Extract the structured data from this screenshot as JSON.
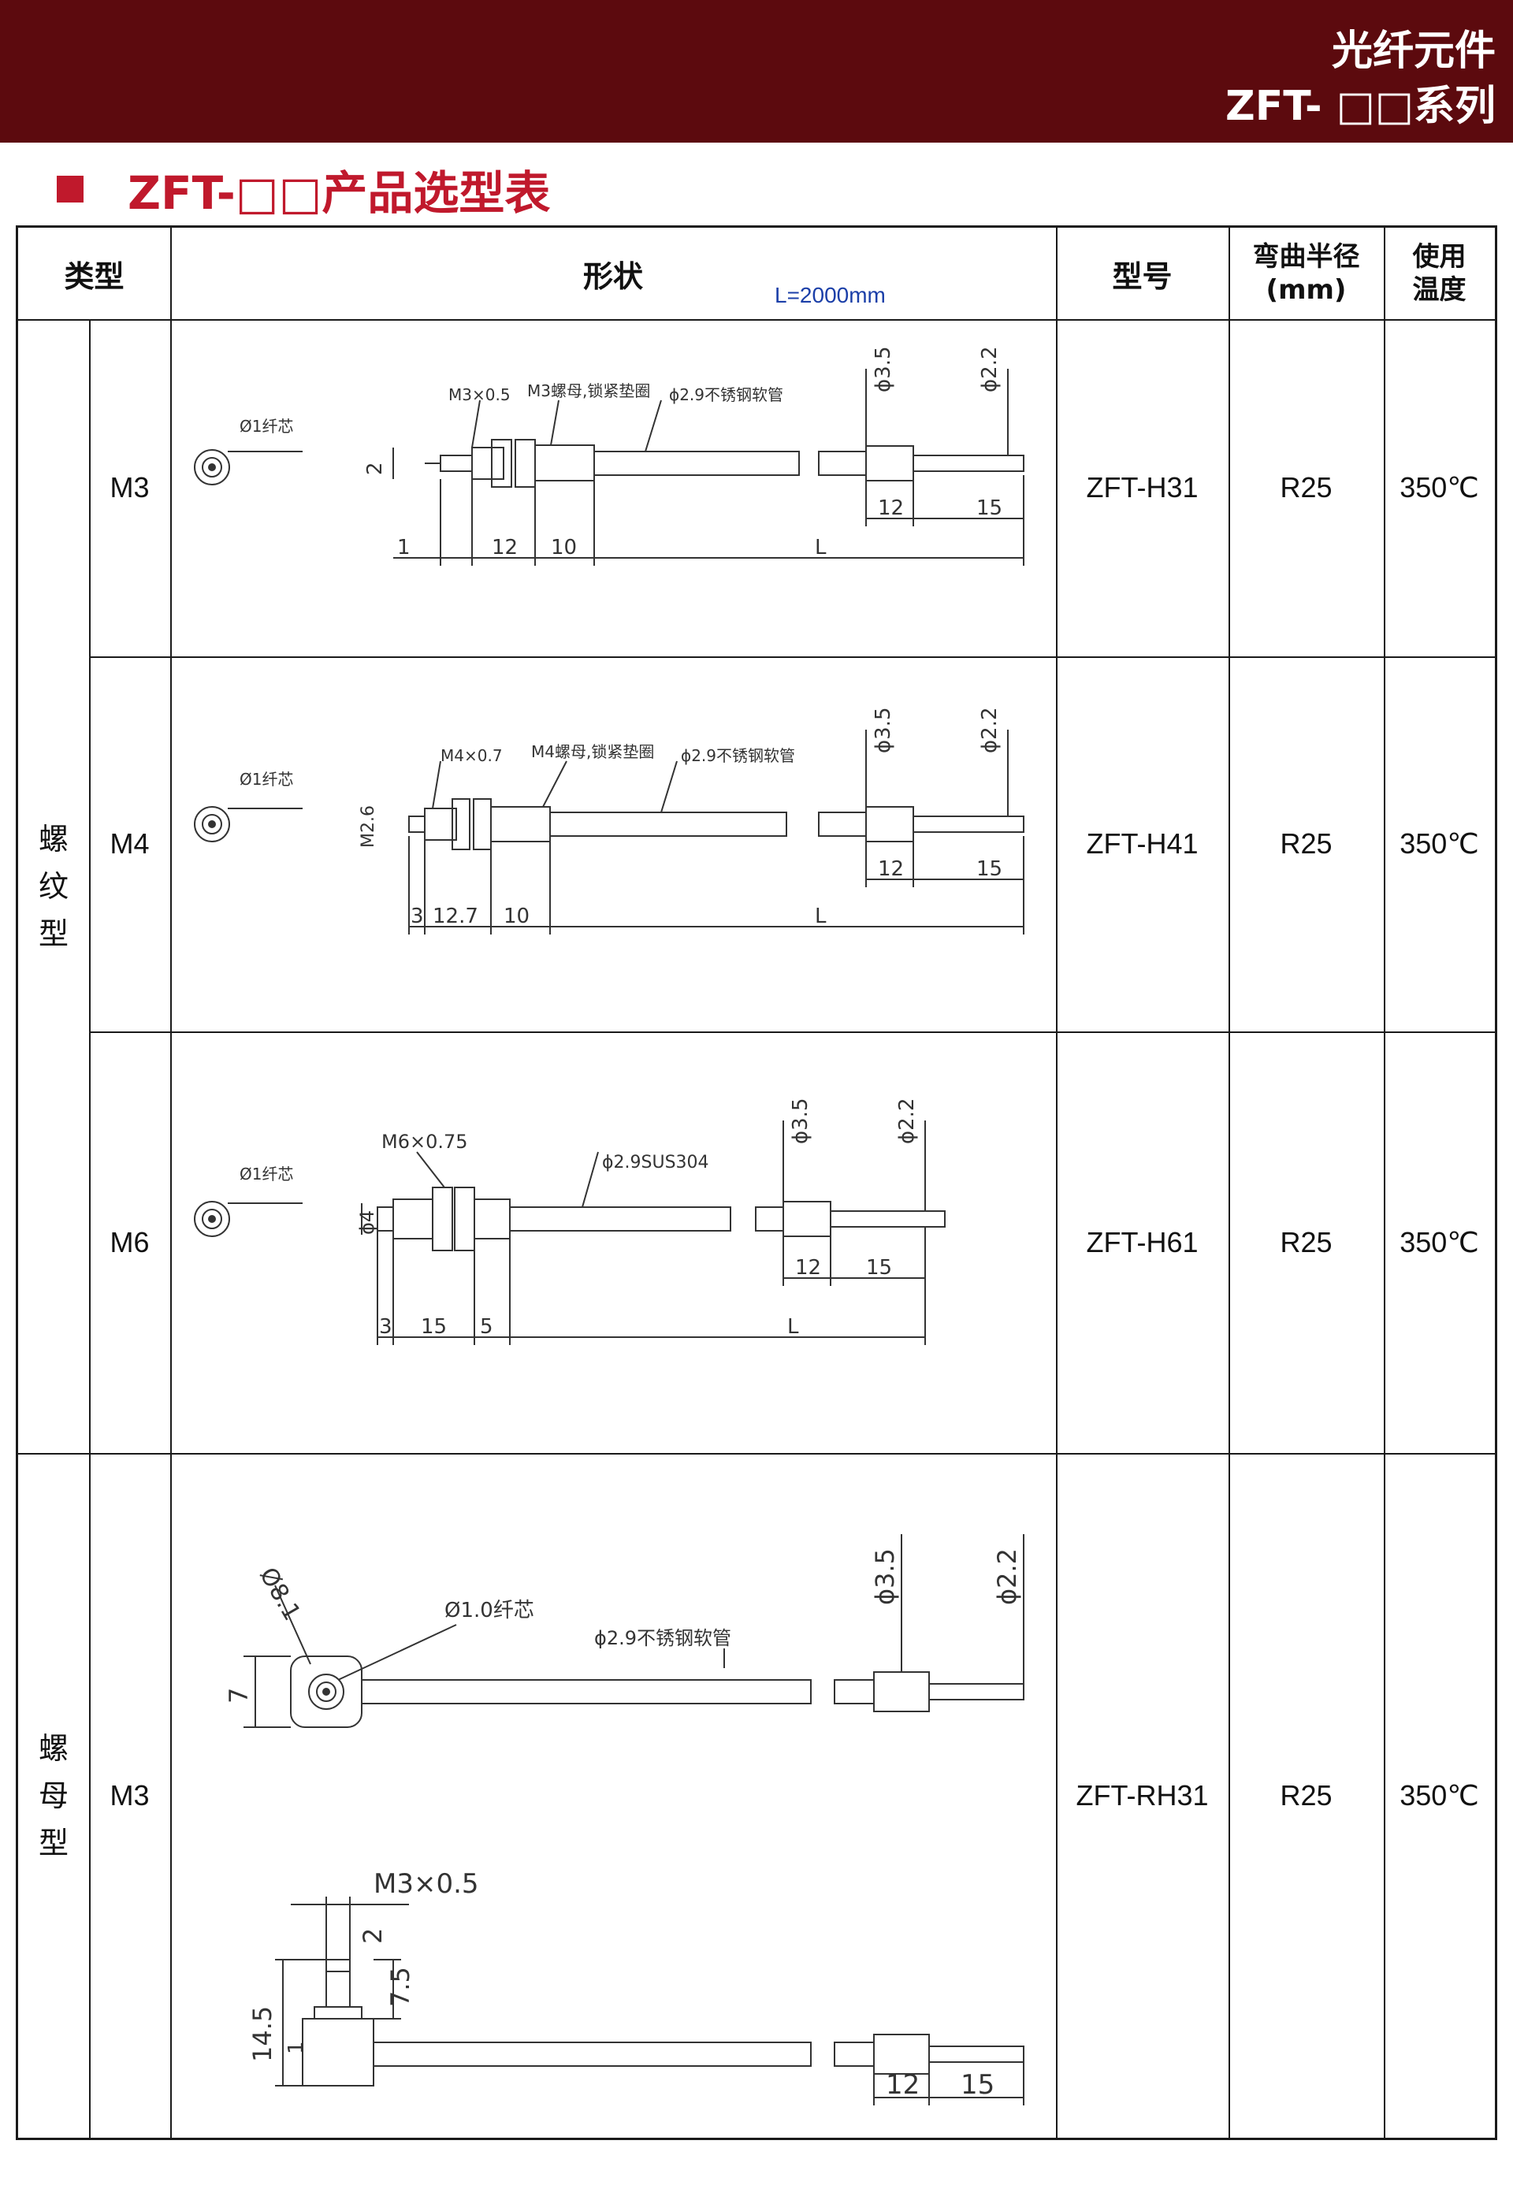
{
  "header": {
    "line1": "光纤元件",
    "line2": "ZFT- □□系列",
    "bg_color": "#5c0a0e"
  },
  "section": {
    "title": "ZFT-□□产品选型表",
    "accent": "#c0192c"
  },
  "table": {
    "headers": {
      "type": "类型",
      "shape": "形状",
      "model": "型号",
      "bend_radius": "弯曲半径\n(mm)",
      "temperature": "使用\n温度"
    },
    "length_note": "L=2000mm",
    "groups": [
      {
        "label": "螺\n纹\n型"
      },
      {
        "label": "螺\n母\n型"
      }
    ],
    "rows": [
      {
        "size": "M3",
        "model": "ZFT-H31",
        "radius": "R25",
        "temp": "350℃",
        "drawing": {
          "fiber": "Ø1纤芯",
          "thread": "M3×0.5",
          "nut_note": "M3螺母,锁紧垫圈",
          "tube": "ϕ2.9不锈钢软管",
          "d1": "ϕ3.5",
          "d2": "ϕ2.2",
          "h": "2",
          "dims": [
            "1",
            "12",
            "10",
            "L"
          ],
          "tip": [
            "12",
            "15"
          ]
        }
      },
      {
        "size": "M4",
        "model": "ZFT-H41",
        "radius": "R25",
        "temp": "350℃",
        "drawing": {
          "fiber": "Ø1纤芯",
          "thread": "M4×0.7",
          "nut_note": "M4螺母,锁紧垫圈",
          "tube": "ϕ2.9不锈钢软管",
          "d1": "ϕ3.5",
          "d2": "ϕ2.2",
          "h": "M2.6",
          "dims": [
            "3",
            "12.7",
            "10",
            "L"
          ],
          "tip": [
            "12",
            "15"
          ]
        }
      },
      {
        "size": "M6",
        "model": "ZFT-H61",
        "radius": "R25",
        "temp": "350℃",
        "drawing": {
          "fiber": "Ø1纤芯",
          "thread": "M6×0.75",
          "tube": "ϕ2.9SUS304",
          "d1": "ϕ3.5",
          "d2": "ϕ2.2",
          "h": "ϕ4",
          "dims": [
            "3",
            "15",
            "5",
            "L"
          ],
          "tip": [
            "12",
            "15"
          ]
        }
      },
      {
        "size": "M3",
        "model": "ZFT-RH31",
        "radius": "R25",
        "temp": "350℃",
        "drawing": {
          "fiber": "Ø1.0纤芯",
          "head": "Ø8.1",
          "tube": "ϕ2.9不锈钢软管",
          "d1": "ϕ3.5",
          "d2": "ϕ2.2",
          "h": "7",
          "thread": "M3×0.5",
          "t1": "2",
          "t2": "7.5",
          "t3": "1",
          "t4": "14.5",
          "tip": [
            "12",
            "15"
          ]
        }
      }
    ]
  }
}
